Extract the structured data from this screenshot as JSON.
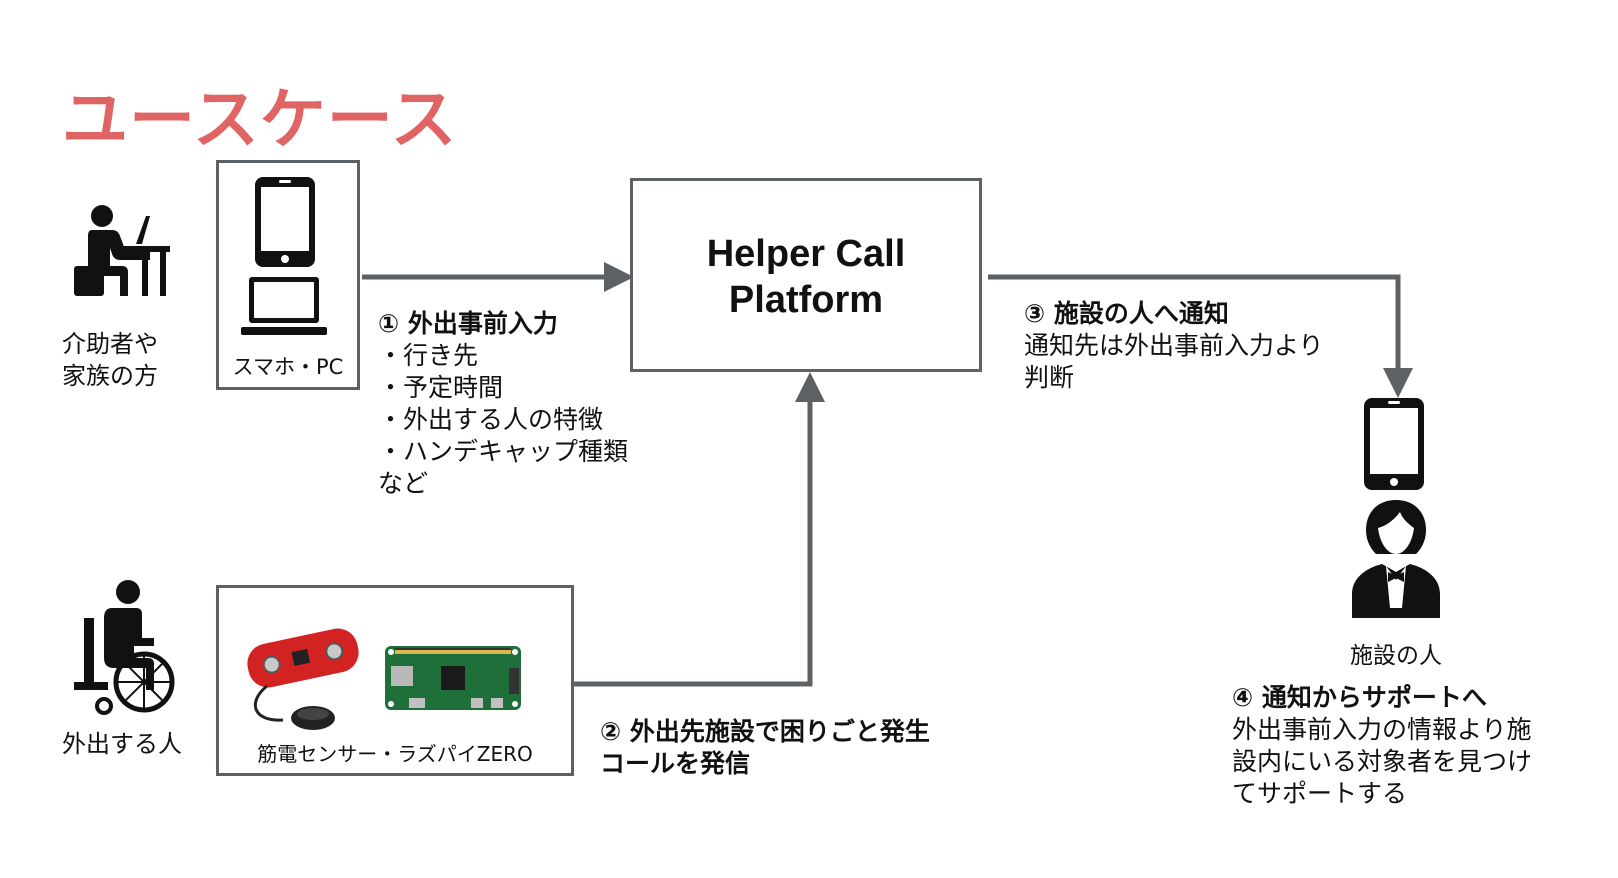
{
  "colors": {
    "title": "#e06464",
    "line": "#5c6166",
    "icon": "#111111",
    "sensor_board": "#d32222",
    "pi_board": "#1f6f3a"
  },
  "title": "ユースケース",
  "actors": {
    "caregiver": {
      "icon": "person-at-desk-icon",
      "label_lines": [
        "介助者や",
        "家族の方"
      ]
    },
    "outing_person": {
      "icon": "wheelchair-user-icon",
      "label": "外出する人"
    },
    "facility_staff": {
      "icon": "staff-person-icon",
      "label": "施設の人"
    }
  },
  "devices": {
    "smartphone_pc": {
      "icons": [
        "smartphone-icon",
        "laptop-icon"
      ],
      "caption": "スマホ・PC"
    },
    "sensor_pi": {
      "icons": [
        "emg-sensor-icon",
        "raspberry-pi-zero-icon"
      ],
      "caption": "筋電センサー・ラズパイZERO"
    },
    "staff_phone": {
      "icon": "smartphone-icon"
    }
  },
  "platform": {
    "lines": [
      "Helper Call",
      "Platform"
    ]
  },
  "steps": {
    "step1": {
      "title": "① 外出事前入力",
      "items": [
        "・行き先",
        "・予定時間",
        "・外出する人の特徴",
        "・ハンデキャップ種類"
      ],
      "footer": "など"
    },
    "step2": {
      "lines": [
        "② 外出先施設で困りごと発生",
        "コールを発信"
      ]
    },
    "step3": {
      "title": "③ 施設の人へ通知",
      "lines": [
        "通知先は外出事前入力より",
        "判断"
      ]
    },
    "step4": {
      "title": "④ 通知からサポートへ",
      "lines": [
        "外出事前入力の情報より施",
        "設内にいる対象者を見つけ",
        "てサポートする"
      ]
    }
  }
}
